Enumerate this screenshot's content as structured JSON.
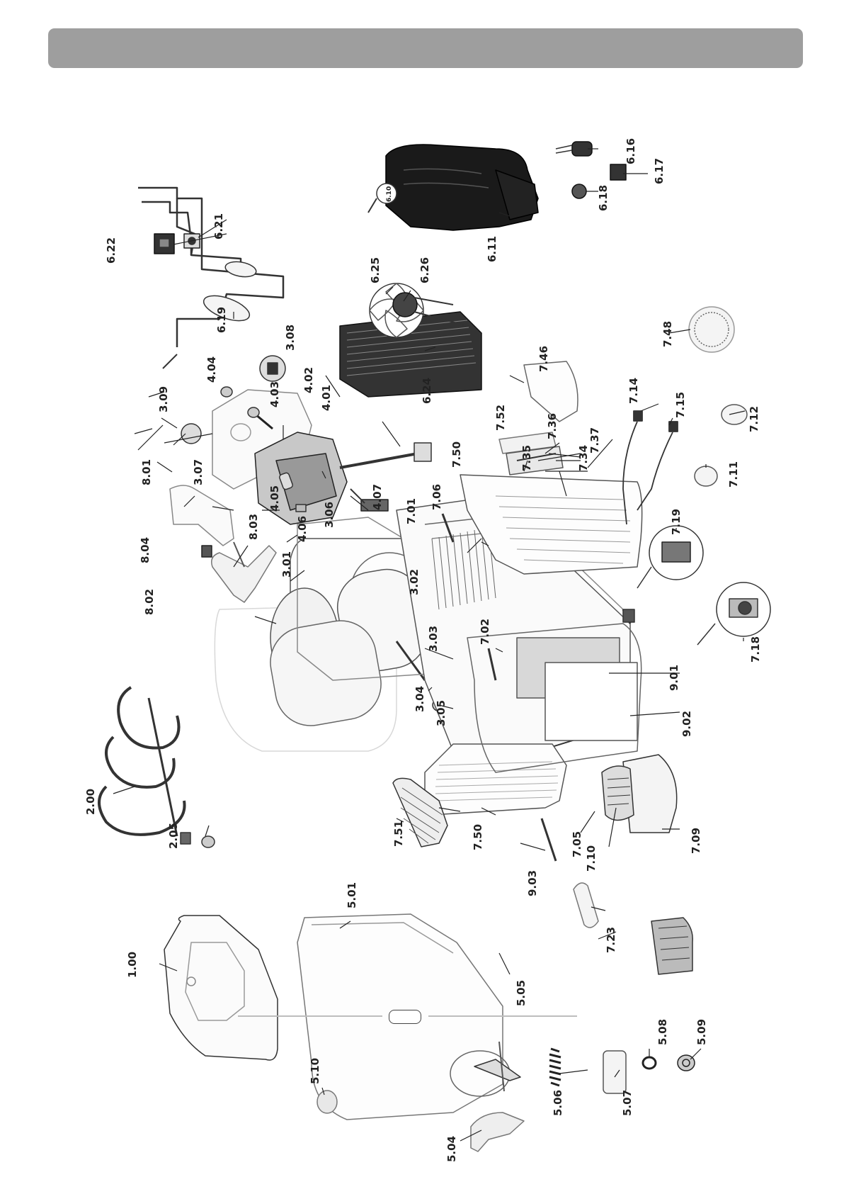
{
  "header": {
    "title": ""
  },
  "footer": {
    "page_number": ""
  },
  "colors": {
    "header_bar": "#9e9e9e",
    "line_art": "#333333",
    "ghost_parts": "#e0e0e0",
    "compressor": "#1a1a1a"
  },
  "labels": {
    "p1_00": "1.00",
    "p2_00": "2.00",
    "p2_05": "2.05",
    "p3_01": "3.01",
    "p3_02": "3.02",
    "p3_03": "3.03",
    "p3_04": "3.04",
    "p3_05": "3.05",
    "p3_06": "3.06",
    "p3_07": "3.07",
    "p3_08": "3.08",
    "p3_09": "3.09",
    "p4_01": "4.01",
    "p4_02": "4.02",
    "p4_03": "4.03",
    "p4_04": "4.04",
    "p4_05": "4.05",
    "p4_06": "4.06",
    "p4_07": "4.07",
    "p5_01": "5.01",
    "p5_04": "5.04",
    "p5_05": "5.05",
    "p5_06": "5.06",
    "p5_07": "5.07",
    "p5_08": "5.08",
    "p5_09": "5.09",
    "p5_10": "5.10",
    "p6_10": "6.10",
    "p6_11": "6.11",
    "p6_16": "6.16",
    "p6_17": "6.17",
    "p6_18": "6.18",
    "p6_19": "6.19",
    "p6_21": "6.21",
    "p6_22": "6.22",
    "p6_24": "6.24",
    "p6_25": "6.25",
    "p6_26": "6.26",
    "p7_01": "7.01",
    "p7_02": "7.02",
    "p7_05": "7.05",
    "p7_06": "7.06",
    "p7_09": "7.09",
    "p7_10": "7.10",
    "p7_11": "7.11",
    "p7_12": "7.12",
    "p7_14": "7.14",
    "p7_15": "7.15",
    "p7_18": "7.18",
    "p7_19": "7.19",
    "p7_23": "7.23",
    "p7_34": "7.34",
    "p7_35": "7.35",
    "p7_36": "7.36",
    "p7_37": "7.37",
    "p7_46": "7.46",
    "p7_48": "7.48",
    "p7_50a": "7.50",
    "p7_50b": "7.50",
    "p7_51": "7.51",
    "p7_52": "7.52",
    "p8_01": "8.01",
    "p8_02": "8.02",
    "p8_03": "8.03",
    "p8_04": "8.04",
    "p9_01": "9.01",
    "p9_02": "9.02",
    "p9_03": "9.03"
  }
}
